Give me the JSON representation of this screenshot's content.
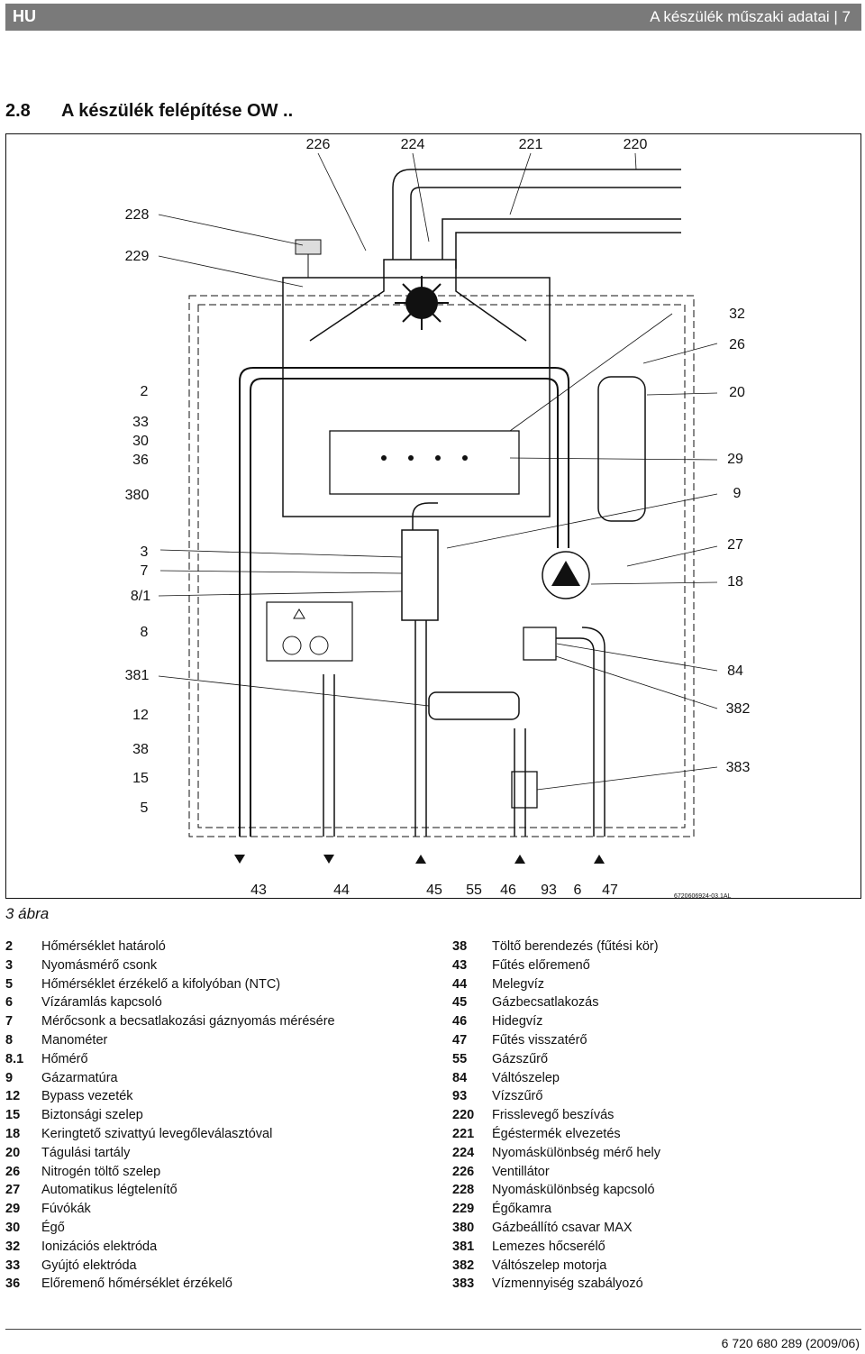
{
  "header": {
    "lang": "HU",
    "page_title": "A készülék műszaki adatai | 7"
  },
  "section": {
    "number": "2.8",
    "title": "A készülék felépítése OW .."
  },
  "figure": {
    "caption": "3 ábra",
    "code": "6720606924-03.1AL",
    "labels_top": [
      "226",
      "224",
      "221",
      "220"
    ],
    "labels_left": [
      "228",
      "229",
      "2",
      "33",
      "30",
      "36",
      "380",
      "3",
      "7",
      "8/1",
      "8",
      "381",
      "12",
      "38",
      "15",
      "5"
    ],
    "labels_right": [
      "32",
      "26",
      "20",
      "29",
      "9",
      "27",
      "18",
      "84",
      "382",
      "383"
    ],
    "labels_bottom": [
      "43",
      "44",
      "45",
      "55",
      "46",
      "93",
      "6",
      "47"
    ]
  },
  "legend_left": [
    {
      "code": "2",
      "text": "Hőmérséklet határoló"
    },
    {
      "code": "3",
      "text": "Nyomásmérő csonk"
    },
    {
      "code": "5",
      "text": "Hőmérséklet érzékelő a kifolyóban (NTC)"
    },
    {
      "code": "6",
      "text": "Vízáramlás kapcsoló"
    },
    {
      "code": "7",
      "text": "Mérőcsonk a becsatlakozási gáznyomás mérésére"
    },
    {
      "code": "8",
      "text": "Manométer"
    },
    {
      "code": "8.1",
      "text": "Hőmérő"
    },
    {
      "code": "9",
      "text": "Gázarmatúra"
    },
    {
      "code": "12",
      "text": "Bypass vezeték"
    },
    {
      "code": "15",
      "text": "Biztonsági szelep"
    },
    {
      "code": "18",
      "text": "Keringtető szivattyú levegőleválasztóval"
    },
    {
      "code": "20",
      "text": "Tágulási tartály"
    },
    {
      "code": "26",
      "text": "Nitrogén töltő szelep"
    },
    {
      "code": "27",
      "text": "Automatikus légtelenítő"
    },
    {
      "code": "29",
      "text": "Fúvókák"
    },
    {
      "code": "30",
      "text": "Égő"
    },
    {
      "code": "32",
      "text": "Ionizációs elektróda"
    },
    {
      "code": "33",
      "text": "Gyújtó elektróda"
    },
    {
      "code": "36",
      "text": "Előremenő hőmérséklet érzékelő"
    }
  ],
  "legend_right": [
    {
      "code": "38",
      "text": "Töltő berendezés (fűtési kör)"
    },
    {
      "code": "43",
      "text": "Fűtés előremenő"
    },
    {
      "code": "44",
      "text": "Melegvíz"
    },
    {
      "code": "45",
      "text": "Gázbecsatlakozás"
    },
    {
      "code": "46",
      "text": "Hidegvíz"
    },
    {
      "code": "47",
      "text": "Fűtés visszatérő"
    },
    {
      "code": "55",
      "text": "Gázszűrő"
    },
    {
      "code": "84",
      "text": "Váltószelep"
    },
    {
      "code": "93",
      "text": "Vízszűrő"
    },
    {
      "code": "220",
      "text": "Frisslevegő beszívás"
    },
    {
      "code": "221",
      "text": "Égéstermék elvezetés"
    },
    {
      "code": "224",
      "text": "Nyomáskülönbség mérő hely"
    },
    {
      "code": "226",
      "text": "Ventillátor"
    },
    {
      "code": "228",
      "text": "Nyomáskülönbség kapcsoló"
    },
    {
      "code": "229",
      "text": "Égőkamra"
    },
    {
      "code": "380",
      "text": "Gázbeállító csavar MAX"
    },
    {
      "code": "381",
      "text": "Lemezes hőcserélő"
    },
    {
      "code": "382",
      "text": "Váltószelep motorja"
    },
    {
      "code": "383",
      "text": "Vízmennyiség szabályozó"
    }
  ],
  "footer": {
    "doc_number": "6 720 680 289 (2009/06)"
  }
}
